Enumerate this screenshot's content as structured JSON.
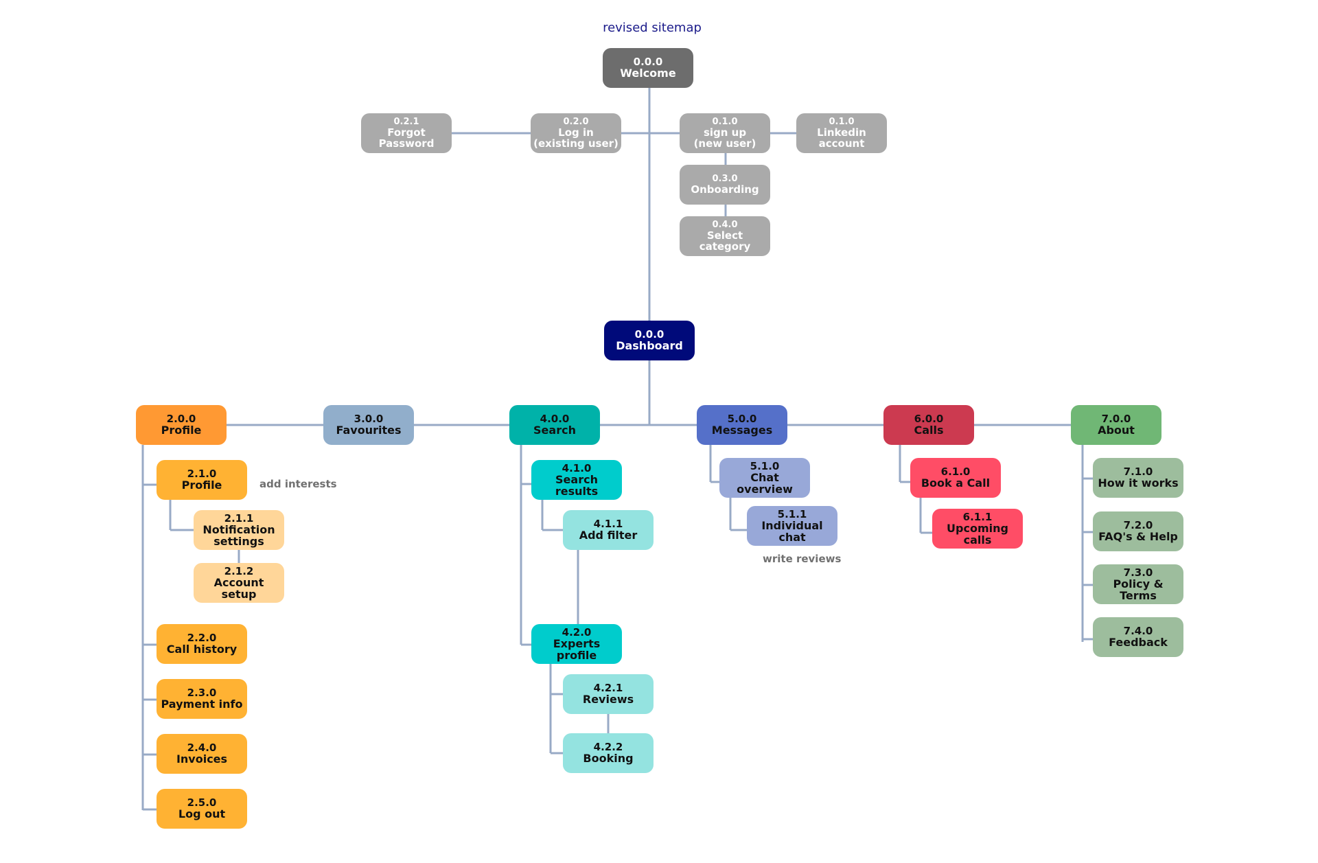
{
  "title": "revised sitemap",
  "notes": {
    "add_interests": "add interests",
    "write_reviews": "write reviews"
  },
  "colors": {
    "link": "#98aac6",
    "welcome": "#6d6d6d",
    "auth": "#aaaaaa",
    "dashboard": "#000a7a",
    "profile_main": "#ff9933",
    "profile": "#ffb233",
    "profile_light": "#ffd699",
    "favourites": "#91aecb",
    "search_main": "#00b2a9",
    "search": "#00cccc",
    "search_light": "#94e3e0",
    "messages_main": "#5570c9",
    "messages": "#98a8d8",
    "calls_main": "#cc3a50",
    "calls": "#ff4d66",
    "about_main": "#70b775",
    "about": "#9dbd9d"
  },
  "nodes": {
    "welcome": {
      "num": "0.0.0",
      "label": "Welcome"
    },
    "forgot_password": {
      "num": "0.2.1",
      "label": "Forgot\nPassword"
    },
    "log_in": {
      "num": "0.2.0",
      "label": "Log in\n(existing user)"
    },
    "sign_up": {
      "num": "0.1.0",
      "label": "sign up\n(new user)"
    },
    "linkedin": {
      "num": "0.1.0",
      "label": "Linkedin\naccount"
    },
    "onboarding": {
      "num": "0.3.0",
      "label": "Onboarding"
    },
    "select_category": {
      "num": "0.4.0",
      "label": "Select\ncategory"
    },
    "dashboard": {
      "num": "0.0.0",
      "label": "Dashboard"
    },
    "profile_main": {
      "num": "2.0.0",
      "label": "Profile"
    },
    "profile": {
      "num": "2.1.0",
      "label": "Profile"
    },
    "notification_settings": {
      "num": "2.1.1",
      "label": "Notification\nsettings"
    },
    "account_setup": {
      "num": "2.1.2",
      "label": "Account setup"
    },
    "call_history": {
      "num": "2.2.0",
      "label": "Call history"
    },
    "payment_info": {
      "num": "2.3.0",
      "label": "Payment info"
    },
    "invoices": {
      "num": "2.4.0",
      "label": "Invoices"
    },
    "log_out": {
      "num": "2.5.0",
      "label": "Log out"
    },
    "favourites": {
      "num": "3.0.0",
      "label": "Favourites"
    },
    "search_main": {
      "num": "4.0.0",
      "label": "Search"
    },
    "search_results": {
      "num": "4.1.0",
      "label": "Search results"
    },
    "add_filter": {
      "num": "4.1.1",
      "label": "Add filter"
    },
    "experts_profile": {
      "num": "4.2.0",
      "label": "Experts profile"
    },
    "reviews": {
      "num": "4.2.1",
      "label": "Reviews"
    },
    "booking": {
      "num": "4.2.2",
      "label": "Booking"
    },
    "messages_main": {
      "num": "5.0.0",
      "label": "Messages"
    },
    "chat_overview": {
      "num": "5.1.0",
      "label": "Chat\noverview"
    },
    "individual_chat": {
      "num": "5.1.1",
      "label": "Individual\nchat"
    },
    "calls_main": {
      "num": "6.0.0",
      "label": "Calls"
    },
    "book_a_call": {
      "num": "6.1.0",
      "label": "Book a Call"
    },
    "upcoming_calls": {
      "num": "6.1.1",
      "label": "Upcoming\ncalls"
    },
    "about_main": {
      "num": "7.0.0",
      "label": "About"
    },
    "how_it_works": {
      "num": "7.1.0",
      "label": "How it works"
    },
    "faqs_help": {
      "num": "7.2.0",
      "label": "FAQ's & Help"
    },
    "policy_terms": {
      "num": "7.3.0",
      "label": "Policy & Terms"
    },
    "feedback": {
      "num": "7.4.0",
      "label": "Feedback"
    }
  }
}
